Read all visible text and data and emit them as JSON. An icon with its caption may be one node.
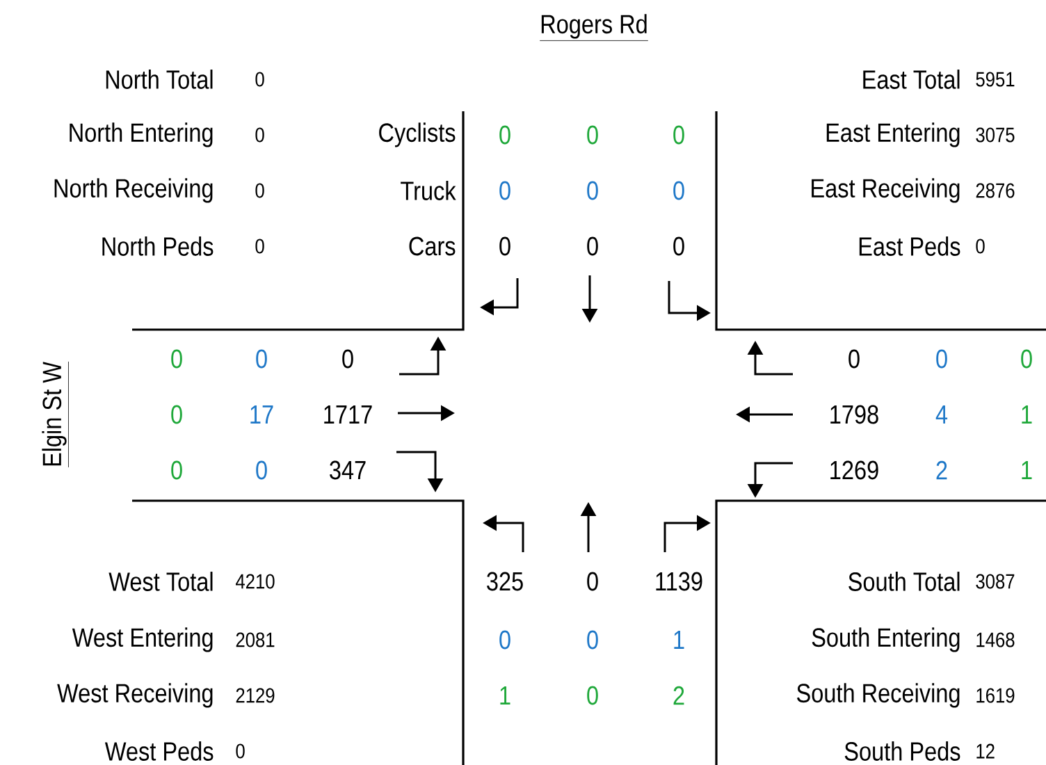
{
  "diagram": {
    "labels": [
      "Rogers Rd",
      "North Total",
      "0",
      "East Total",
      "5951",
      "North Entering",
      "0",
      "Cyclists",
      "0",
      "0",
      "0",
      "East Entering",
      "3075",
      "North Receiving",
      "0",
      "Truck",
      "0",
      "0",
      "0",
      "East Receiving",
      "2876",
      "North Peds",
      "0",
      "Cars",
      "0",
      "0",
      "0",
      "East Peds",
      "0",
      "Elgin St W",
      "0",
      "0",
      "0",
      "0",
      "0",
      "0",
      "0",
      "17",
      "1717",
      "1798",
      "4",
      "1",
      "0",
      "0",
      "347",
      "1269",
      "2",
      "1",
      "West Total",
      "4210",
      "325",
      "0",
      "1139",
      "South Total",
      "3087",
      "West Entering",
      "2081",
      "0",
      "0",
      "1",
      "South Entering",
      "1468",
      "West Receiving",
      "2129",
      "1",
      "0",
      "2",
      "South Receiving",
      "1619",
      "West Peds",
      "0",
      "South Peds",
      "12"
    ]
  }
}
